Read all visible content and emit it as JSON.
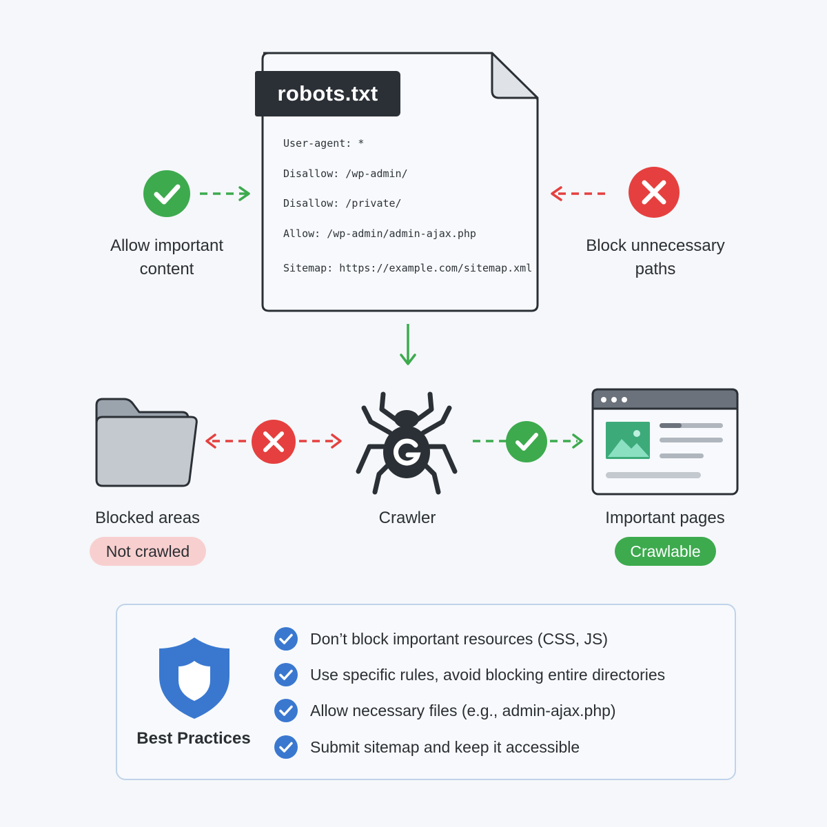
{
  "document": {
    "title": "robots.txt",
    "lines": [
      "User-agent: *",
      "Disallow: /wp-admin/",
      "Disallow: /private/",
      "Allow: /wp-admin/admin-ajax.php",
      "Sitemap: https://example.com/sitemap.xml"
    ]
  },
  "allow_rule": {
    "label_line1": "Allow important",
    "label_line2": "content",
    "icon": "check-circle-icon"
  },
  "block_rule": {
    "label_line1": "Block unnecessary",
    "label_line2": "paths",
    "icon": "x-circle-icon"
  },
  "blocked": {
    "label": "Blocked areas",
    "badge": "Not crawled",
    "icon": "folder-icon"
  },
  "crawler": {
    "label": "Crawler",
    "icon": "spider-g-icon"
  },
  "important": {
    "label": "Important pages",
    "badge": "Crawlable",
    "icon": "browser-page-icon"
  },
  "best_practices": {
    "title": "Best Practices",
    "icon": "shield-icon",
    "items": [
      "Don’t block important resources (CSS, JS)",
      "Use specific rules, avoid blocking entire directories",
      "Allow necessary files (e.g., admin-ajax.php)",
      "Submit sitemap and keep it accessible"
    ]
  },
  "colors": {
    "allow_green": "#3daa4e",
    "block_red": "#e5403f",
    "dark": "#2b3036",
    "accent_blue": "#3a78d0",
    "not_crawled_bg": "#f8cfcf"
  }
}
